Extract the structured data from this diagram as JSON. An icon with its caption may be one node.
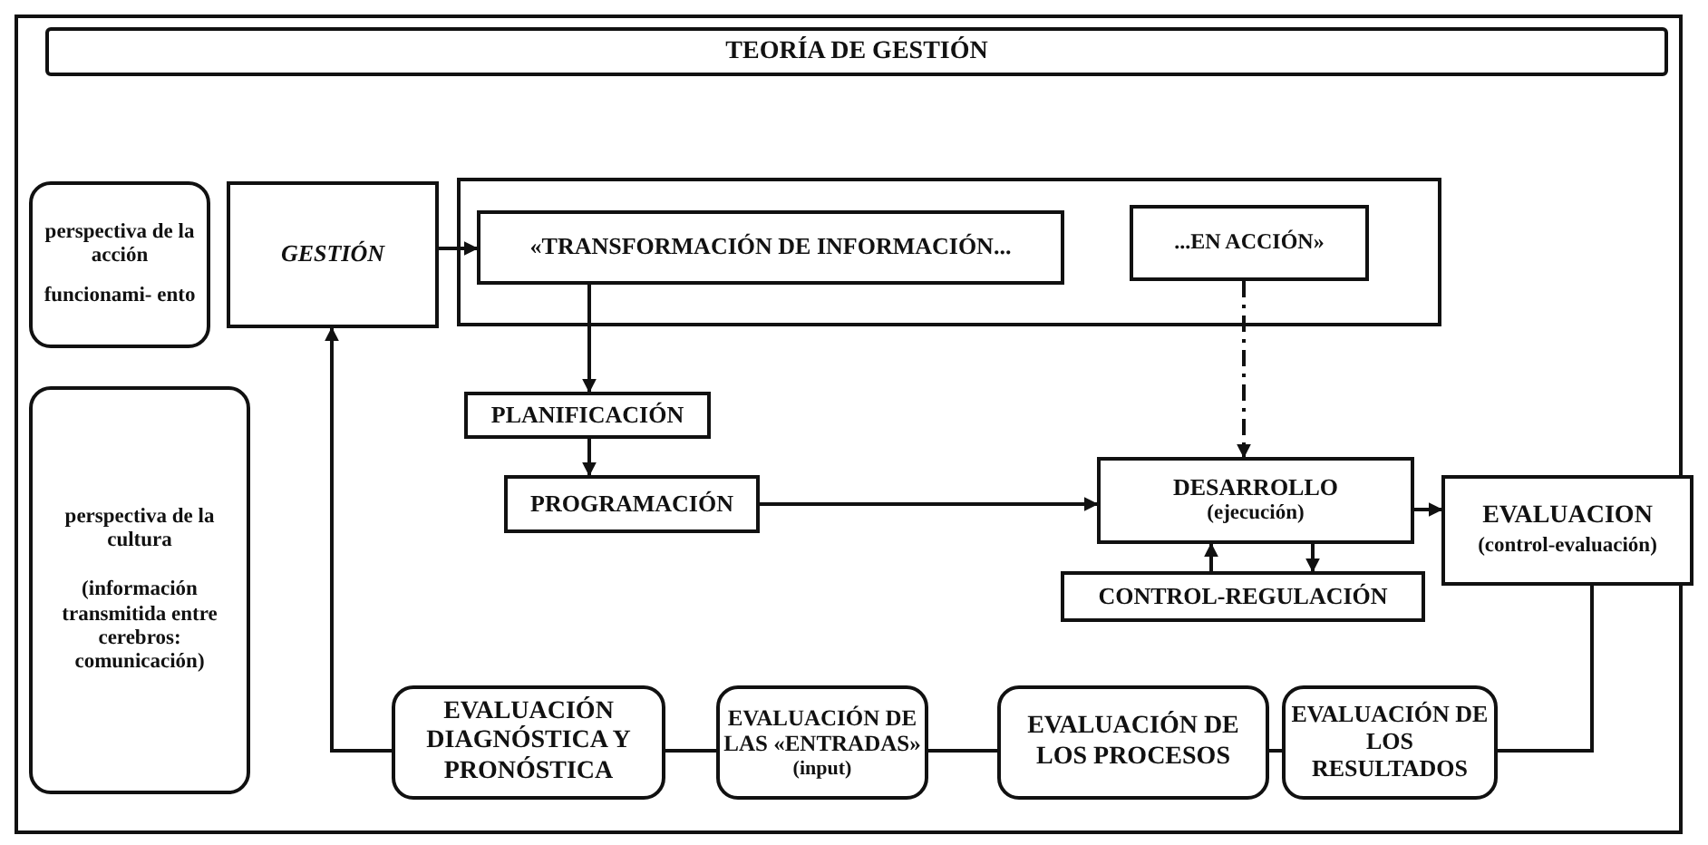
{
  "diagram": {
    "title": "TEORÍA DE GESTIÓN",
    "nodes": [
      {
        "text": [
          "perspectiva de la acción",
          "funcionami- ento"
        ]
      },
      {
        "text": [
          "perspectiva de la cultura",
          "(información transmitida entre cerebros: comunicación)"
        ]
      },
      {
        "text": [
          "GESTIÓN"
        ]
      },
      {
        "text": [],
        "shape": "box"
      },
      {
        "text": [
          "«TRANSFORMACIÓN DE INFORMACIÓN..."
        ],
        "in": 3
      },
      {
        "text": [
          "...EN ACCIÓN»"
        ],
        "in": 3
      },
      {
        "text": [
          "PLANIFICACIÓN"
        ]
      },
      {
        "text": [
          "PROGRAMACIÓN"
        ]
      },
      {
        "text": [
          "DESARROLLO",
          "(ejecución)"
        ]
      },
      {
        "text": [
          "CONTROL-REGULACIÓN"
        ]
      },
      {
        "text": [
          "EVALUACION",
          "(control-evaluación)"
        ]
      },
      {
        "text": [
          "EVALUACIÓN DIAGNÓSTICA Y PRONÓSTICA"
        ]
      },
      {
        "text": [
          "EVALUACIÓN DE LAS «ENTRADAS»",
          "(input)"
        ]
      },
      {
        "text": [
          "EVALUACIÓN DE LOS PROCESOS"
        ]
      },
      {
        "text": [
          "EVALUACIÓN DE LOS RESULTADOS"
        ]
      }
    ],
    "edges": [
      {
        "from": 2,
        "to": 4,
        "arrow": "to"
      },
      {
        "from": 4,
        "to": 6,
        "arrow": "to"
      },
      {
        "from": 6,
        "to": 7,
        "arrow": "to"
      },
      {
        "from": 7,
        "to": 8,
        "arrow": "to"
      },
      {
        "from": 5,
        "to": 8,
        "arrow": "to",
        "style": "dashed"
      },
      {
        "from": 9,
        "to": 8,
        "arrow": "to"
      },
      {
        "from": 8,
        "to": 9,
        "arrow": "to"
      },
      {
        "from": 8,
        "to": 10,
        "arrow": "to"
      },
      {
        "from": 10,
        "to": 14,
        "arrow": "none"
      },
      {
        "from": 14,
        "to": 13,
        "arrow": "none"
      },
      {
        "from": 13,
        "to": 12,
        "arrow": "none"
      },
      {
        "from": 12,
        "to": 11,
        "arrow": "none"
      },
      {
        "from": 11,
        "to": 2,
        "arrow": "to"
      }
    ]
  }
}
